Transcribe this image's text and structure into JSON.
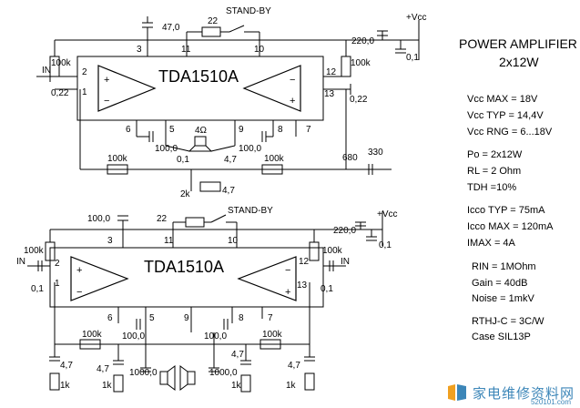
{
  "title_block": {
    "line1": "POWER AMPLIFIER",
    "line2": "2x12W"
  },
  "specs": [
    {
      "label": "Vcc MAX = 18V"
    },
    {
      "label": "Vcc TYP = 14,4V"
    },
    {
      "label": "Vcc RNG = 6...18V"
    },
    {
      "label": "Po = 2x12W"
    },
    {
      "label": "RL = 2 Ohm"
    },
    {
      "label": "TDH =10%"
    },
    {
      "label": "Icco TYP = 75mA"
    },
    {
      "label": "Icco MAX = 120mA"
    },
    {
      "label": "IMAX = 4A"
    },
    {
      "label": "RIN = 1MOhm"
    },
    {
      "label": "Gain = 40dB"
    },
    {
      "label": "Noise = 1mkV"
    },
    {
      "label": "RTHJ-C = 3C/W"
    },
    {
      "label": "Case SIL13P"
    }
  ],
  "top_circuit": {
    "chip": "TDA1510A",
    "standby": "STAND-BY",
    "vcc": "+Vcc",
    "r_standby": "22",
    "c_top": "47,0",
    "c_supply": "220,0",
    "c_supply2": "0,1",
    "r_in_left": "100k",
    "r_in_right": "100k",
    "c_in_left": "0,22",
    "c_in_right": "0,22",
    "in_label": "IN",
    "c_boot_left": "100,0",
    "c_boot_right": "100,0",
    "speaker": "4Ω",
    "r_fb_left": "100k",
    "r_fb_right": "100k",
    "c_mid": "0,1",
    "c_mid2": "4,7",
    "pot": "2k",
    "c_pot": "4,7",
    "r_out": "680",
    "c_out": "330",
    "pins": [
      "3",
      "11",
      "10",
      "2",
      "12",
      "1",
      "13",
      "6",
      "5",
      "9",
      "8",
      "7"
    ]
  },
  "bottom_circuit": {
    "chip": "TDA1510A",
    "standby": "STAND-BY",
    "vcc": "+Vcc",
    "r_standby": "22",
    "c_top": "100,0",
    "c_supply": "220,0",
    "c_supply2": "0,1",
    "r_in_left": "100k",
    "r_in_right": "100k",
    "c_in_left": "0,1",
    "c_in_right": "0,1",
    "in_left": "IN",
    "in_right": "IN",
    "c_boot_left": "100,0",
    "c_boot_right": "100,0",
    "r_fb_left": "100k",
    "r_fb_right": "100k",
    "c_fb_left": "4,7",
    "c_fb_right": "4,7",
    "r_gnd_left": "1k",
    "r_gnd_right": "1k",
    "c_lo_left": "4,7",
    "c_lo_right": "4,7",
    "r_lo_left": "1k",
    "r_lo_right": "1k",
    "c_out_left": "1000,0",
    "c_out_right": "1000,0",
    "pins": [
      "3",
      "11",
      "10",
      "2",
      "12",
      "1",
      "13",
      "6",
      "5",
      "9",
      "8",
      "7"
    ]
  },
  "watermark": {
    "text": "家电维修资料网",
    "url": "520101.com"
  }
}
